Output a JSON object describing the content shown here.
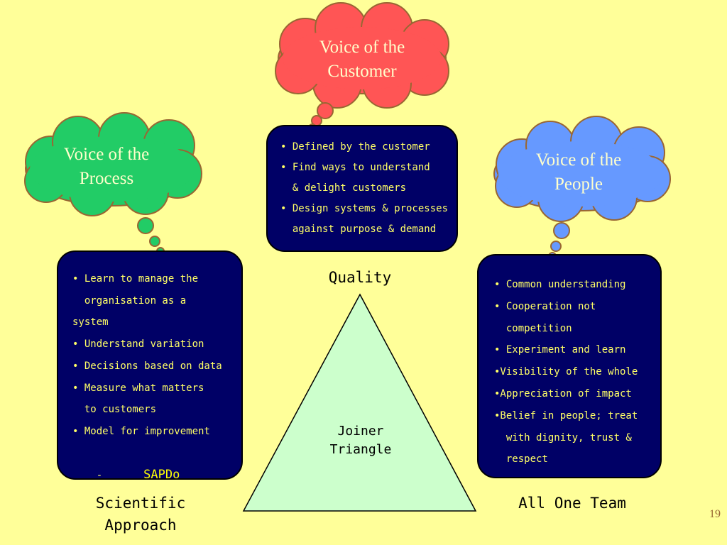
{
  "clouds": {
    "customer": {
      "line1": "Voice of the",
      "line2": "Customer"
    },
    "process": {
      "line1": "Voice of the",
      "line2": "Process"
    },
    "people": {
      "line1": "Voice of the",
      "line2": "People"
    }
  },
  "boxes": {
    "customer": [
      "• Defined by the customer",
      "• Find ways to understand",
      "  & delight customers",
      "• Design systems & processes",
      "  against purpose & demand"
    ],
    "process": [
      "• Learn to manage the",
      "  organisation as a",
      "system",
      "• Understand variation",
      "• Decisions based on data",
      "• Measure what matters",
      "  to customers",
      "• Model for improvement"
    ],
    "process_dash": "-",
    "process_sapdo": "SAPDo",
    "people": [
      "• Common understanding",
      "• Cooperation not",
      "  competition",
      "• Experiment and learn",
      "•Visibility of the whole",
      "•Appreciation of impact",
      "•Belief in people; treat",
      "  with dignity, trust &",
      "  respect"
    ]
  },
  "labels": {
    "quality": "Quality",
    "triangle_line1": "Joiner",
    "triangle_line2": "Triangle",
    "scientific_line1": "Scientific",
    "scientific_line2": "Approach",
    "team": "All One Team"
  },
  "page_number": "19",
  "colors": {
    "background": "#ffff99",
    "cloud_customer": "#ff5555",
    "cloud_process": "#22cc66",
    "cloud_people": "#6699ff",
    "box": "#000066",
    "box_text": "#ffff66",
    "triangle": "#ccffcc"
  }
}
